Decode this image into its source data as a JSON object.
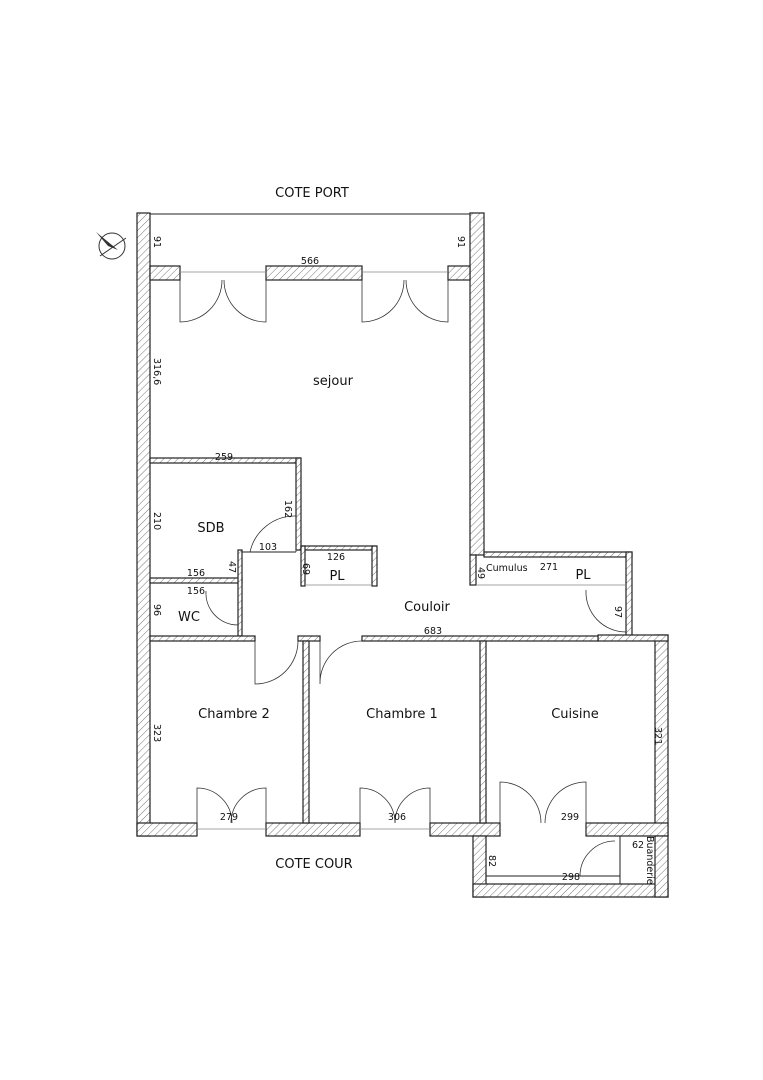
{
  "labels": {
    "top_side": "COTE PORT",
    "bottom_side": "COTE COUR"
  },
  "rooms": {
    "sejour": "sejour",
    "sdb": "SDB",
    "wc": "WC",
    "pl_left": "PL",
    "pl_right": "PL",
    "cumulus": "Cumulus",
    "couloir": "Couloir",
    "chambre2": "Chambre 2",
    "chambre1": "Chambre 1",
    "cuisine": "Cuisine",
    "buanderie": "Buanderie"
  },
  "dimensions": {
    "balcony_left": "91",
    "balcony_right": "91",
    "balcony_width": "566",
    "sejour_height": "316,6",
    "sdb_width": "259",
    "sdb_height": "210",
    "sdb_inner": "162",
    "sdb_door": "103",
    "step_47": "47",
    "pl_left_width": "126",
    "pl_left_depth": "69",
    "wc_top_a": "156",
    "wc_top_b": "156",
    "wc_height": "96",
    "cumulus_depth": "49",
    "pl_right_width": "271",
    "couloir_door": "97",
    "couloir_length": "683",
    "chambre2_height": "323",
    "chambre2_width": "279",
    "chambre1_width": "306",
    "cuisine_width": "299",
    "cuisine_height": "321",
    "buanderie_depth": "82",
    "buanderie_width": "298",
    "buanderie_small": "62"
  },
  "compass": "north-arrow-icon"
}
